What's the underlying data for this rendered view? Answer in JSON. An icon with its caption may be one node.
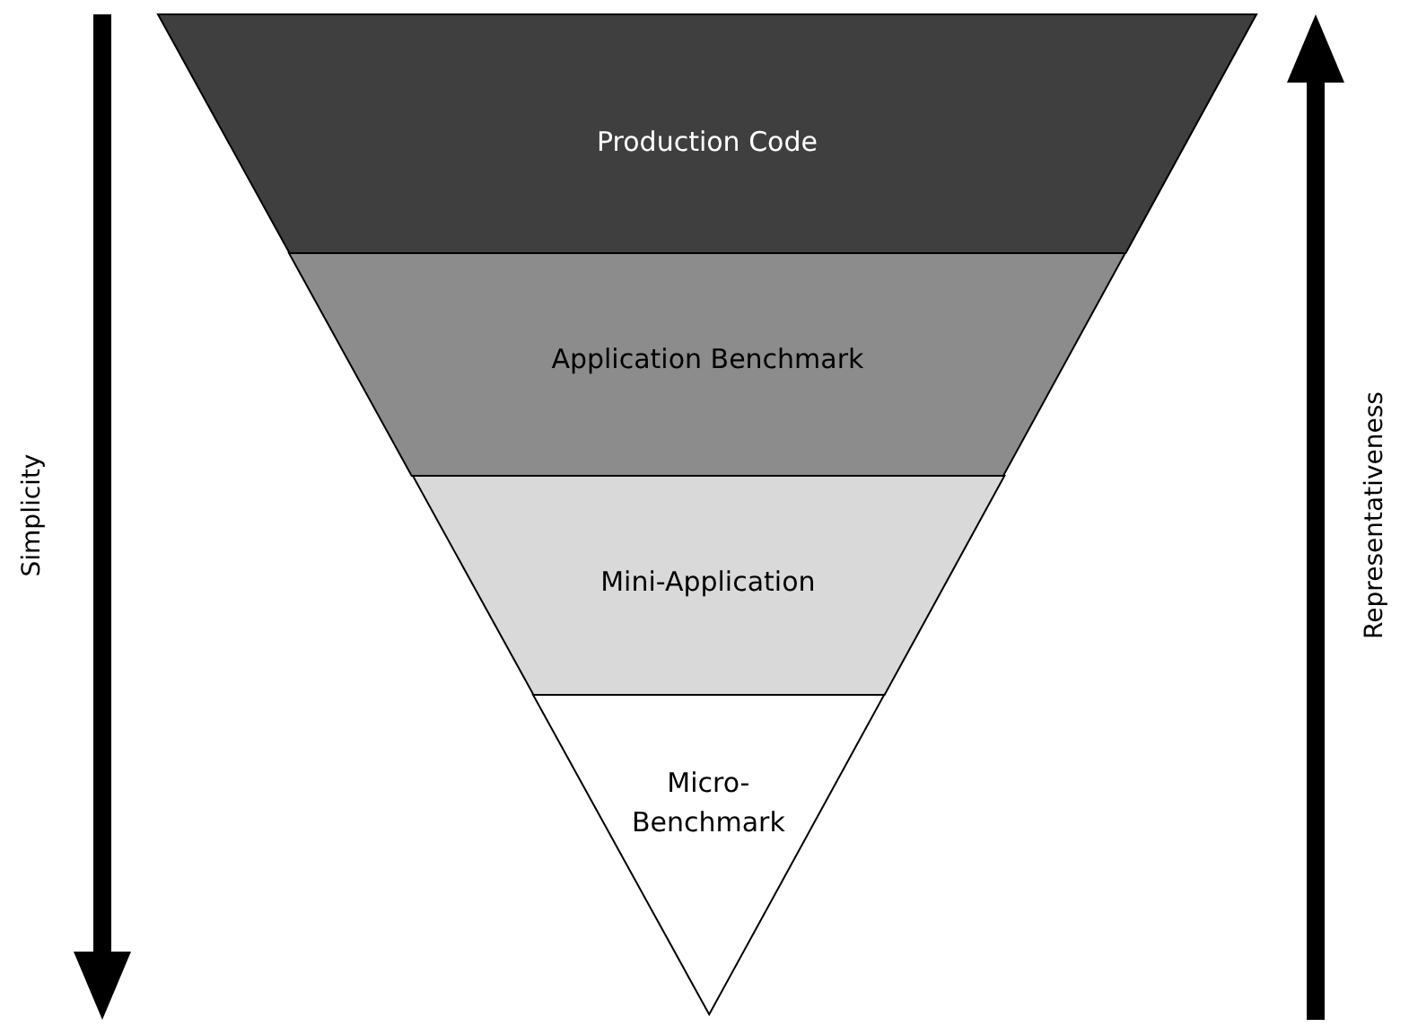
{
  "diagram": {
    "nodes": [
      {
        "text": [
          "Production Code"
        ]
      },
      {
        "text": [
          "Application Benchmark"
        ]
      },
      {
        "text": [
          "Mini-Application"
        ]
      },
      {
        "text": [
          "Micro-Benchmark"
        ]
      }
    ],
    "labels": [
      "Simplicity",
      "Representativeness"
    ]
  }
}
